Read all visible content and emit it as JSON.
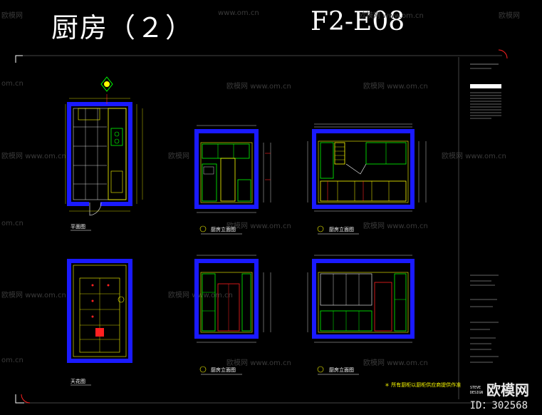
{
  "title": {
    "name": "厨房（２）",
    "code": "F2-E08"
  },
  "watermark": {
    "brand": "欧模网",
    "url": "www.om.cn",
    "short": "om.cn"
  },
  "labels": {
    "plan1": "平面图",
    "plan2": "天花图",
    "elev1": "厨房立面图",
    "elev2": "厨房立面图",
    "elev3": "厨房立面图",
    "elev4": "厨房立面图"
  },
  "note": "＊ 所有厨柜以厨柜供应商提供作准",
  "titleblock": {
    "company": "STEVE",
    "company_sub": "DESIGN"
  },
  "logo": {
    "brand": "欧模网",
    "id": "ID：302568"
  },
  "colors": {
    "wall": "#1a1aff",
    "line": "#ffff00",
    "green": "#00ff00",
    "red": "#ff2020",
    "white": "#ffffff"
  }
}
